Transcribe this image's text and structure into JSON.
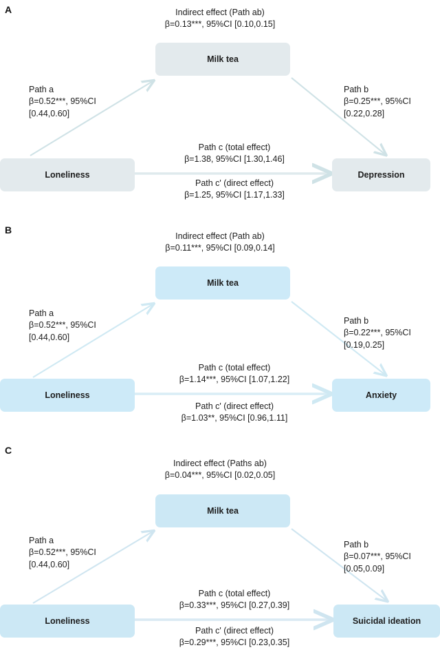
{
  "figure": {
    "type": "mediation-path-diagram",
    "panel_count": 3
  },
  "chart_data": {
    "type": "diagram",
    "title": "",
    "panels": [
      {
        "letter": "A",
        "mediator": "Milk tea",
        "predictor": "Loneliness",
        "outcome": "Depression",
        "box_color": "#e3eaed",
        "arrow_color": "#cfe2e6",
        "indirect_title": "Indirect effect (Path ab)",
        "indirect_value": "β=0.13***, 95%CI [0.10,0.15]",
        "path_a_title": "Path a",
        "path_a_line1": "β=0.52***, 95%CI",
        "path_a_line2": "[0.44,0.60]",
        "path_b_title": "Path b",
        "path_b_line1": "β=0.25***, 95%CI",
        "path_b_line2": "[0.22,0.28]",
        "path_c_title": "Path c (total effect)",
        "path_c_value": "β=1.38, 95%CI [1.30,1.46]",
        "path_cp_title": "Path c' (direct effect)",
        "path_cp_value": "β=1.25, 95%CI [1.17,1.33]"
      },
      {
        "letter": "B",
        "mediator": "Milk tea",
        "predictor": "Loneliness",
        "outcome": "Anxiety",
        "box_color": "#cdeaf8",
        "arrow_color": "#cfe9f3",
        "indirect_title": "Indirect effect (Path ab)",
        "indirect_value": "β=0.11***, 95%CI [0.09,0.14]",
        "path_a_title": "Path a",
        "path_a_line1": "β=0.52***, 95%CI",
        "path_a_line2": "[0.44,0.60]",
        "path_b_title": "Path b",
        "path_b_line1": "β=0.22***, 95%CI",
        "path_b_line2": "[0.19,0.25]",
        "path_c_title": "Path c (total effect)",
        "path_c_value": "β=1.14***, 95%CI [1.07,1.22]",
        "path_cp_title": "Path c' (direct effect)",
        "path_cp_value": "β=1.03**, 95%CI [0.96,1.11]"
      },
      {
        "letter": "C",
        "mediator": "Milk tea",
        "predictor": "Loneliness",
        "outcome": "Suicidal ideation",
        "box_color": "#cce8f5",
        "arrow_color": "#cfe5f0",
        "indirect_title": "Indirect effect (Paths ab)",
        "indirect_value": "β=0.04***, 95%CI [0.02,0.05]",
        "path_a_title": "Path a",
        "path_a_line1": "β=0.52***, 95%CI",
        "path_a_line2": "[0.44,0.60]",
        "path_b_title": "Path b",
        "path_b_line1": "β=0.07***, 95%CI",
        "path_b_line2": "[0.05,0.09]",
        "path_c_title": "Path c (total effect)",
        "path_c_value": "β=0.33***, 95%CI [0.27,0.39]",
        "path_cp_title": "Path c' (direct effect)",
        "path_cp_value": "β=0.29***, 95%CI [0.23,0.35]"
      }
    ]
  }
}
